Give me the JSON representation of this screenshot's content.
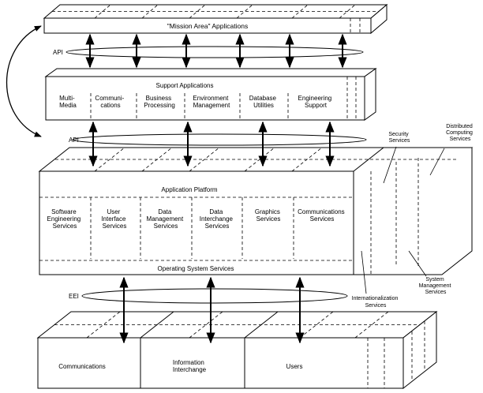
{
  "mission": {
    "title": "\"Mission Area\" Applications"
  },
  "api_top": {
    "label": "API"
  },
  "support": {
    "title": "Support Applications",
    "items": [
      [
        "Multi-",
        "Media"
      ],
      [
        "Communi-",
        "cations"
      ],
      [
        "Business",
        "Processing"
      ],
      [
        "Environment",
        "Management"
      ],
      [
        "Database",
        "Utilities"
      ],
      [
        "Engineering",
        "Support"
      ]
    ]
  },
  "api_mid": {
    "label": "API"
  },
  "platform": {
    "title": "Application Platform",
    "items": [
      [
        "Software",
        "Engineering",
        "Services"
      ],
      [
        "User",
        "Interface",
        "Services"
      ],
      [
        "Data",
        "Management",
        "Services"
      ],
      [
        "Data",
        "Interchange",
        "Services"
      ],
      [
        "Graphics",
        "Services"
      ],
      [
        "Communications",
        "Services"
      ]
    ],
    "os_label": "Operating System Services"
  },
  "eei": {
    "label": "EEI"
  },
  "external": {
    "items": [
      [
        "Communications"
      ],
      [
        "Information",
        "Interchange"
      ],
      [
        "Users"
      ]
    ]
  },
  "side_labels": {
    "security": [
      "Security",
      "Services"
    ],
    "distributed": [
      "Distributed",
      "Computing",
      "Services"
    ],
    "system_mgmt": [
      "System",
      "Management",
      "Services"
    ],
    "i18n": [
      "Internationalization",
      "Services"
    ]
  }
}
